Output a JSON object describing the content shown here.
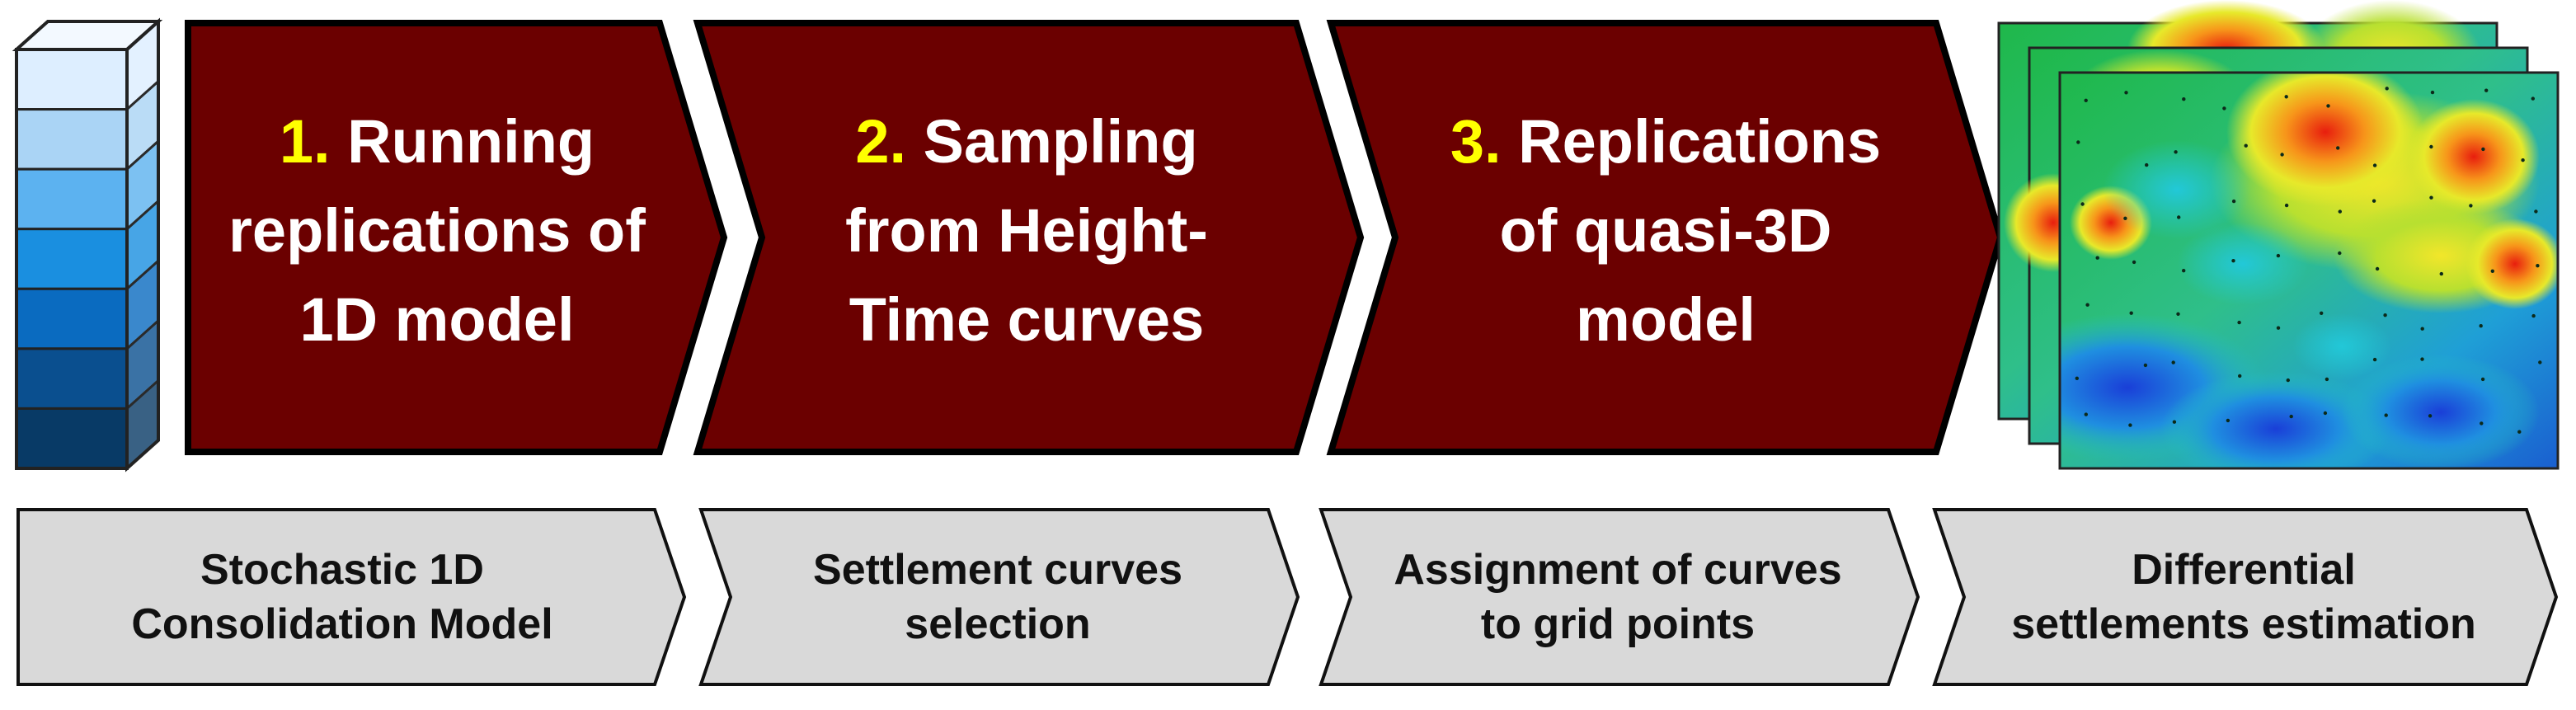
{
  "steps": [
    {
      "number": "1.",
      "line1": "Running",
      "line2": "replications of",
      "line3": "1D model"
    },
    {
      "number": "2.",
      "line1": "Sampling",
      "line2": "from Height-",
      "line3": "Time curves"
    },
    {
      "number": "3.",
      "line1": "Replications",
      "line2": "of quasi-3D",
      "line3": "model"
    }
  ],
  "stages": [
    {
      "line1": "Stochastic 1D",
      "line2": "Consolidation Model"
    },
    {
      "line1": "Settlement curves",
      "line2": "selection"
    },
    {
      "line1": "Assignment of curves",
      "line2": "to grid points"
    },
    {
      "line1": "Differential",
      "line2": "settlements estimation"
    }
  ],
  "colors": {
    "step_fill": "#6b0000",
    "step_number": "#ffff00",
    "stage_fill": "#d9d9d9",
    "layer_shades": [
      "#ddeeff",
      "#aad4f5",
      "#5cb2f0",
      "#1a8fe0",
      "#0a6bc0",
      "#0a4f8f",
      "#083a66"
    ]
  }
}
